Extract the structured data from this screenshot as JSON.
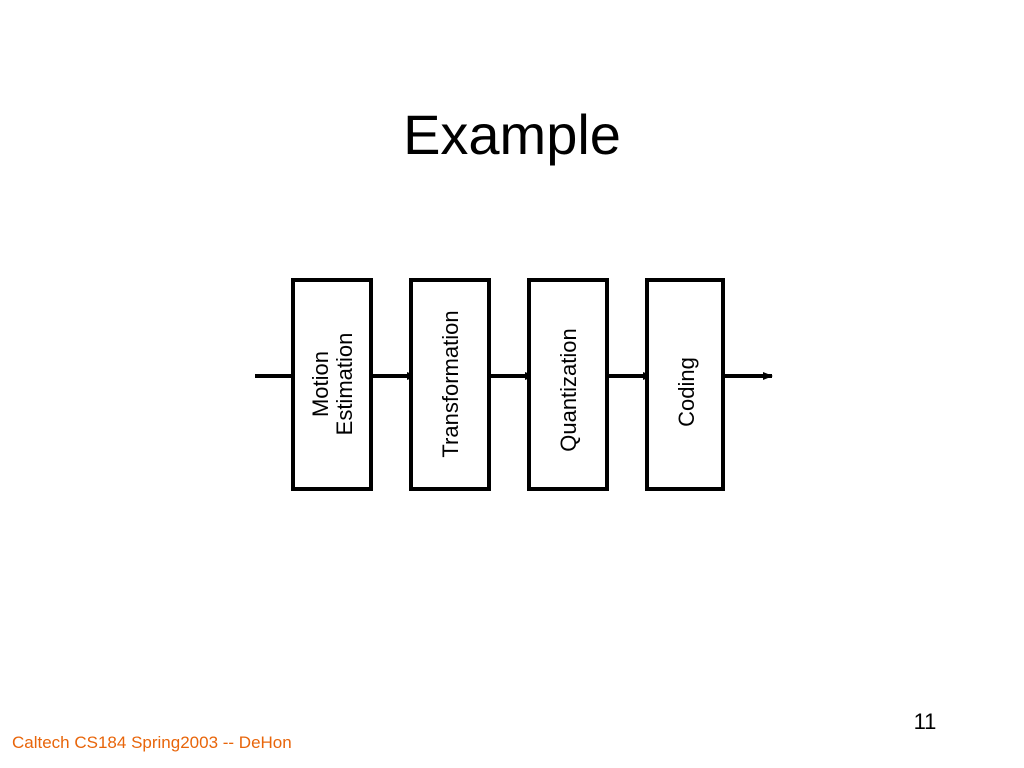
{
  "slide": {
    "title": "Example",
    "footer": "Caltech CS184 Spring2003 -- DeHon",
    "page_number": "11"
  },
  "diagram": {
    "blocks": [
      {
        "lines": [
          "Motion",
          "Estimation"
        ]
      },
      {
        "lines": [
          "Transformation"
        ]
      },
      {
        "lines": [
          "Quantization"
        ]
      },
      {
        "lines": [
          "Coding"
        ]
      }
    ]
  },
  "colors": {
    "footer": "#E8650A",
    "stroke": "#000000"
  }
}
